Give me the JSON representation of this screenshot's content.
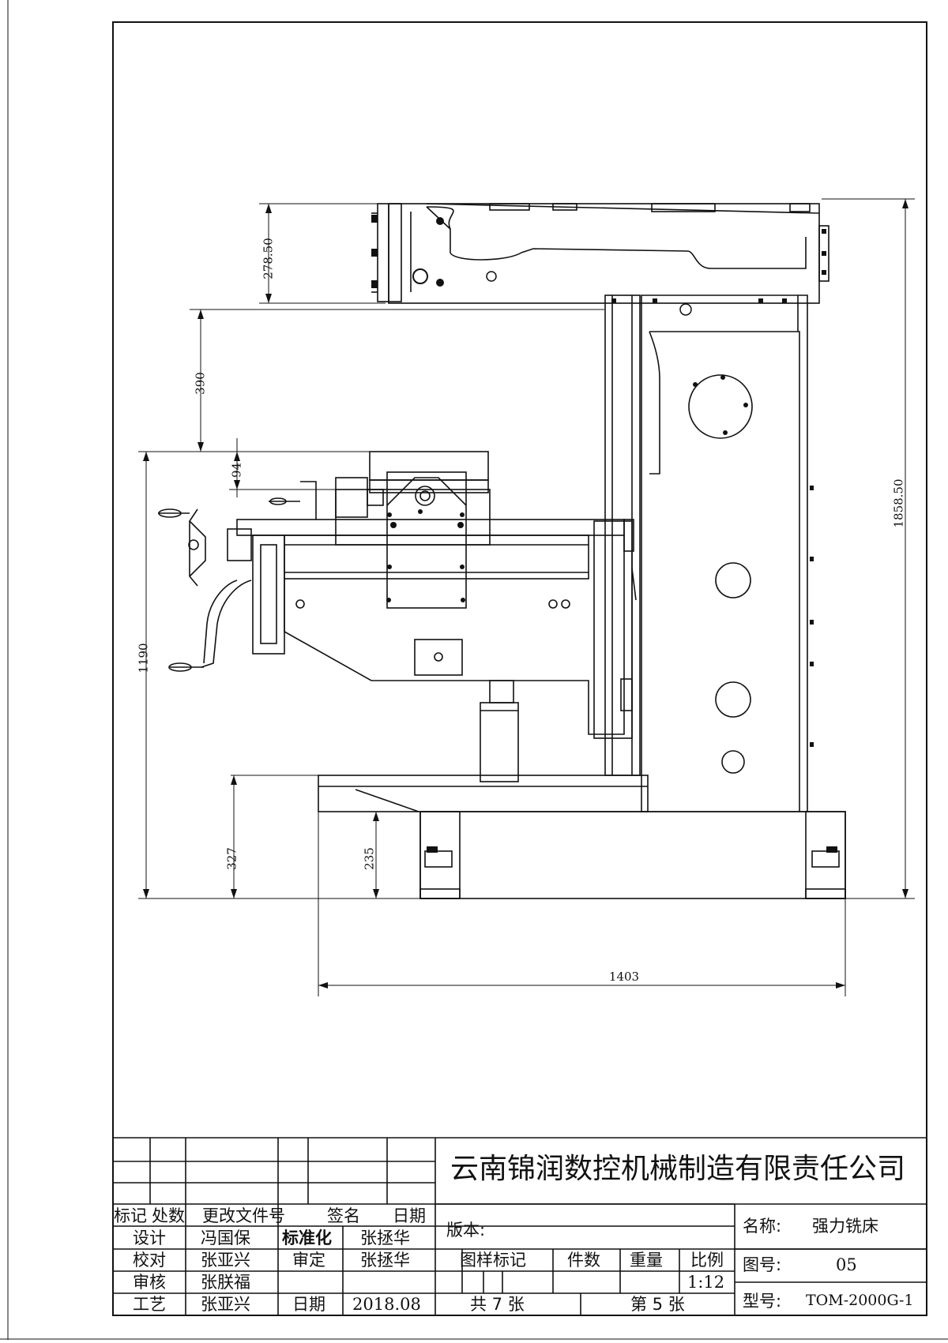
{
  "company": "云南锦润数控机械制造有限责任公司",
  "title_block": {
    "rev_headers": [
      "标记",
      "处数",
      "更改文件号",
      "签名",
      "日期"
    ],
    "rows": [
      {
        "role": "设计",
        "person": "冯国保",
        "role2": "标准化",
        "person2": "张拯华"
      },
      {
        "role": "校对",
        "person": "张亚兴",
        "role2": "审定",
        "person2": "张拯华"
      },
      {
        "role": "审核",
        "person": "张朕福",
        "role2": "",
        "person2": ""
      },
      {
        "role": "工艺",
        "person": "张亚兴",
        "role2": "日期",
        "person2": "2018.08"
      }
    ],
    "version_label": "版本:",
    "sample_mark": "图样标记",
    "quantity": "件数",
    "weight": "重量",
    "scale_label": "比例",
    "scale_value": "1:12",
    "sheets_total": "共 7 张",
    "sheet_no": "第 5 张",
    "name_label": "名称:",
    "name_value": "强力铣床",
    "drawing_no_label": "图号:",
    "drawing_no_value": "05",
    "model_label": "型号:",
    "model_value": "TOM-2000G-1"
  },
  "dimensions": {
    "top_height": "278.50",
    "arm_gap": "390",
    "table_step": "94",
    "table_height": "1190",
    "base_height": "327",
    "foot_height": "235",
    "total_height": "1858.50",
    "total_width": "1403"
  }
}
